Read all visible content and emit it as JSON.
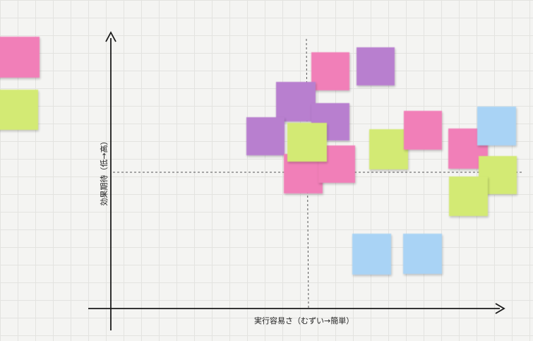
{
  "axes": {
    "x_label": "実行容易さ（むずい→簡単）",
    "y_label": "効果期待（低→高）"
  },
  "colors": {
    "pink": "#f17fb8",
    "purple": "#b87fcf",
    "lime": "#d3ea74",
    "blue": "#a9d3f5",
    "axis": "#1a1a1a",
    "divider": "#555555"
  },
  "legend": [
    {
      "color": "pink"
    },
    {
      "color": "lime"
    }
  ],
  "notes": [
    {
      "id": "n1",
      "color": "pink",
      "lines": [
        "",
        "",
        ""
      ]
    },
    {
      "id": "n2",
      "color": "purple",
      "lines": [
        "",
        ""
      ]
    },
    {
      "id": "n3",
      "color": "purple",
      "lines": [
        "",
        ""
      ]
    },
    {
      "id": "n4",
      "color": "purple",
      "lines": [
        "",
        ""
      ]
    },
    {
      "id": "n5",
      "color": "purple",
      "lines": [
        "",
        ""
      ]
    },
    {
      "id": "n6",
      "color": "lime",
      "lines": [
        "",
        "",
        ""
      ]
    },
    {
      "id": "n7",
      "color": "pink",
      "lines": [
        "",
        ""
      ]
    },
    {
      "id": "n8",
      "color": "pink",
      "lines": [
        "",
        ""
      ]
    },
    {
      "id": "n9",
      "color": "lime",
      "lines": [
        ""
      ]
    },
    {
      "id": "n10",
      "color": "pink",
      "lines": [
        "",
        "",
        ""
      ]
    },
    {
      "id": "n11",
      "color": "pink",
      "lines": [
        "",
        "",
        ""
      ]
    },
    {
      "id": "n12",
      "color": "blue",
      "lines": [
        "",
        "",
        ""
      ]
    },
    {
      "id": "n13",
      "color": "lime",
      "lines": [
        ""
      ]
    },
    {
      "id": "n14",
      "color": "lime",
      "lines": [
        ""
      ]
    },
    {
      "id": "n15",
      "color": "blue",
      "lines": [
        "",
        ""
      ]
    },
    {
      "id": "n16",
      "color": "blue",
      "lines": [
        ""
      ]
    }
  ]
}
